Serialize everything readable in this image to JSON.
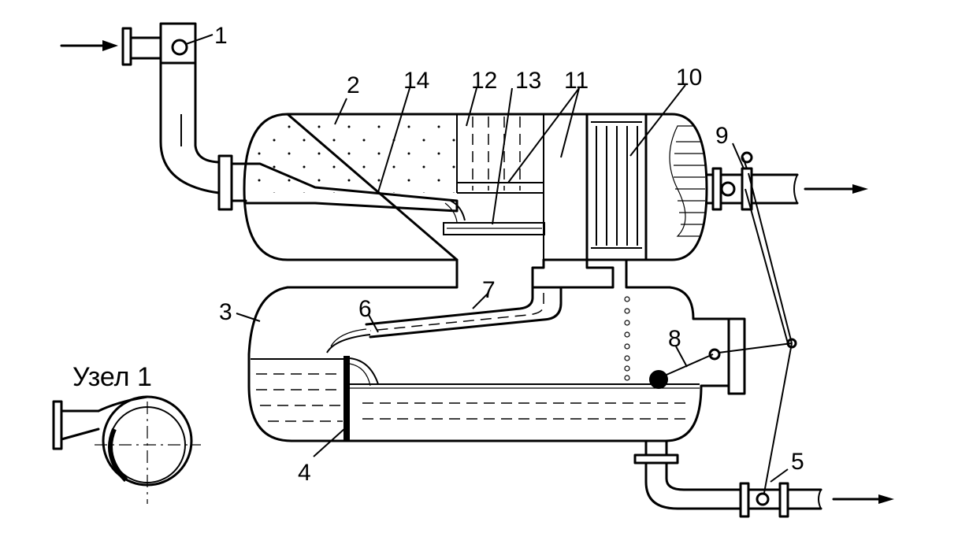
{
  "labels": {
    "n1": "1",
    "n2": "2",
    "n3": "3",
    "n4": "4",
    "n5": "5",
    "n6": "6",
    "n7": "7",
    "n8": "8",
    "n9": "9",
    "n10": "10",
    "n11": "11",
    "n12": "12",
    "n13": "13",
    "n14": "14"
  },
  "inset_caption": "Узел 1"
}
